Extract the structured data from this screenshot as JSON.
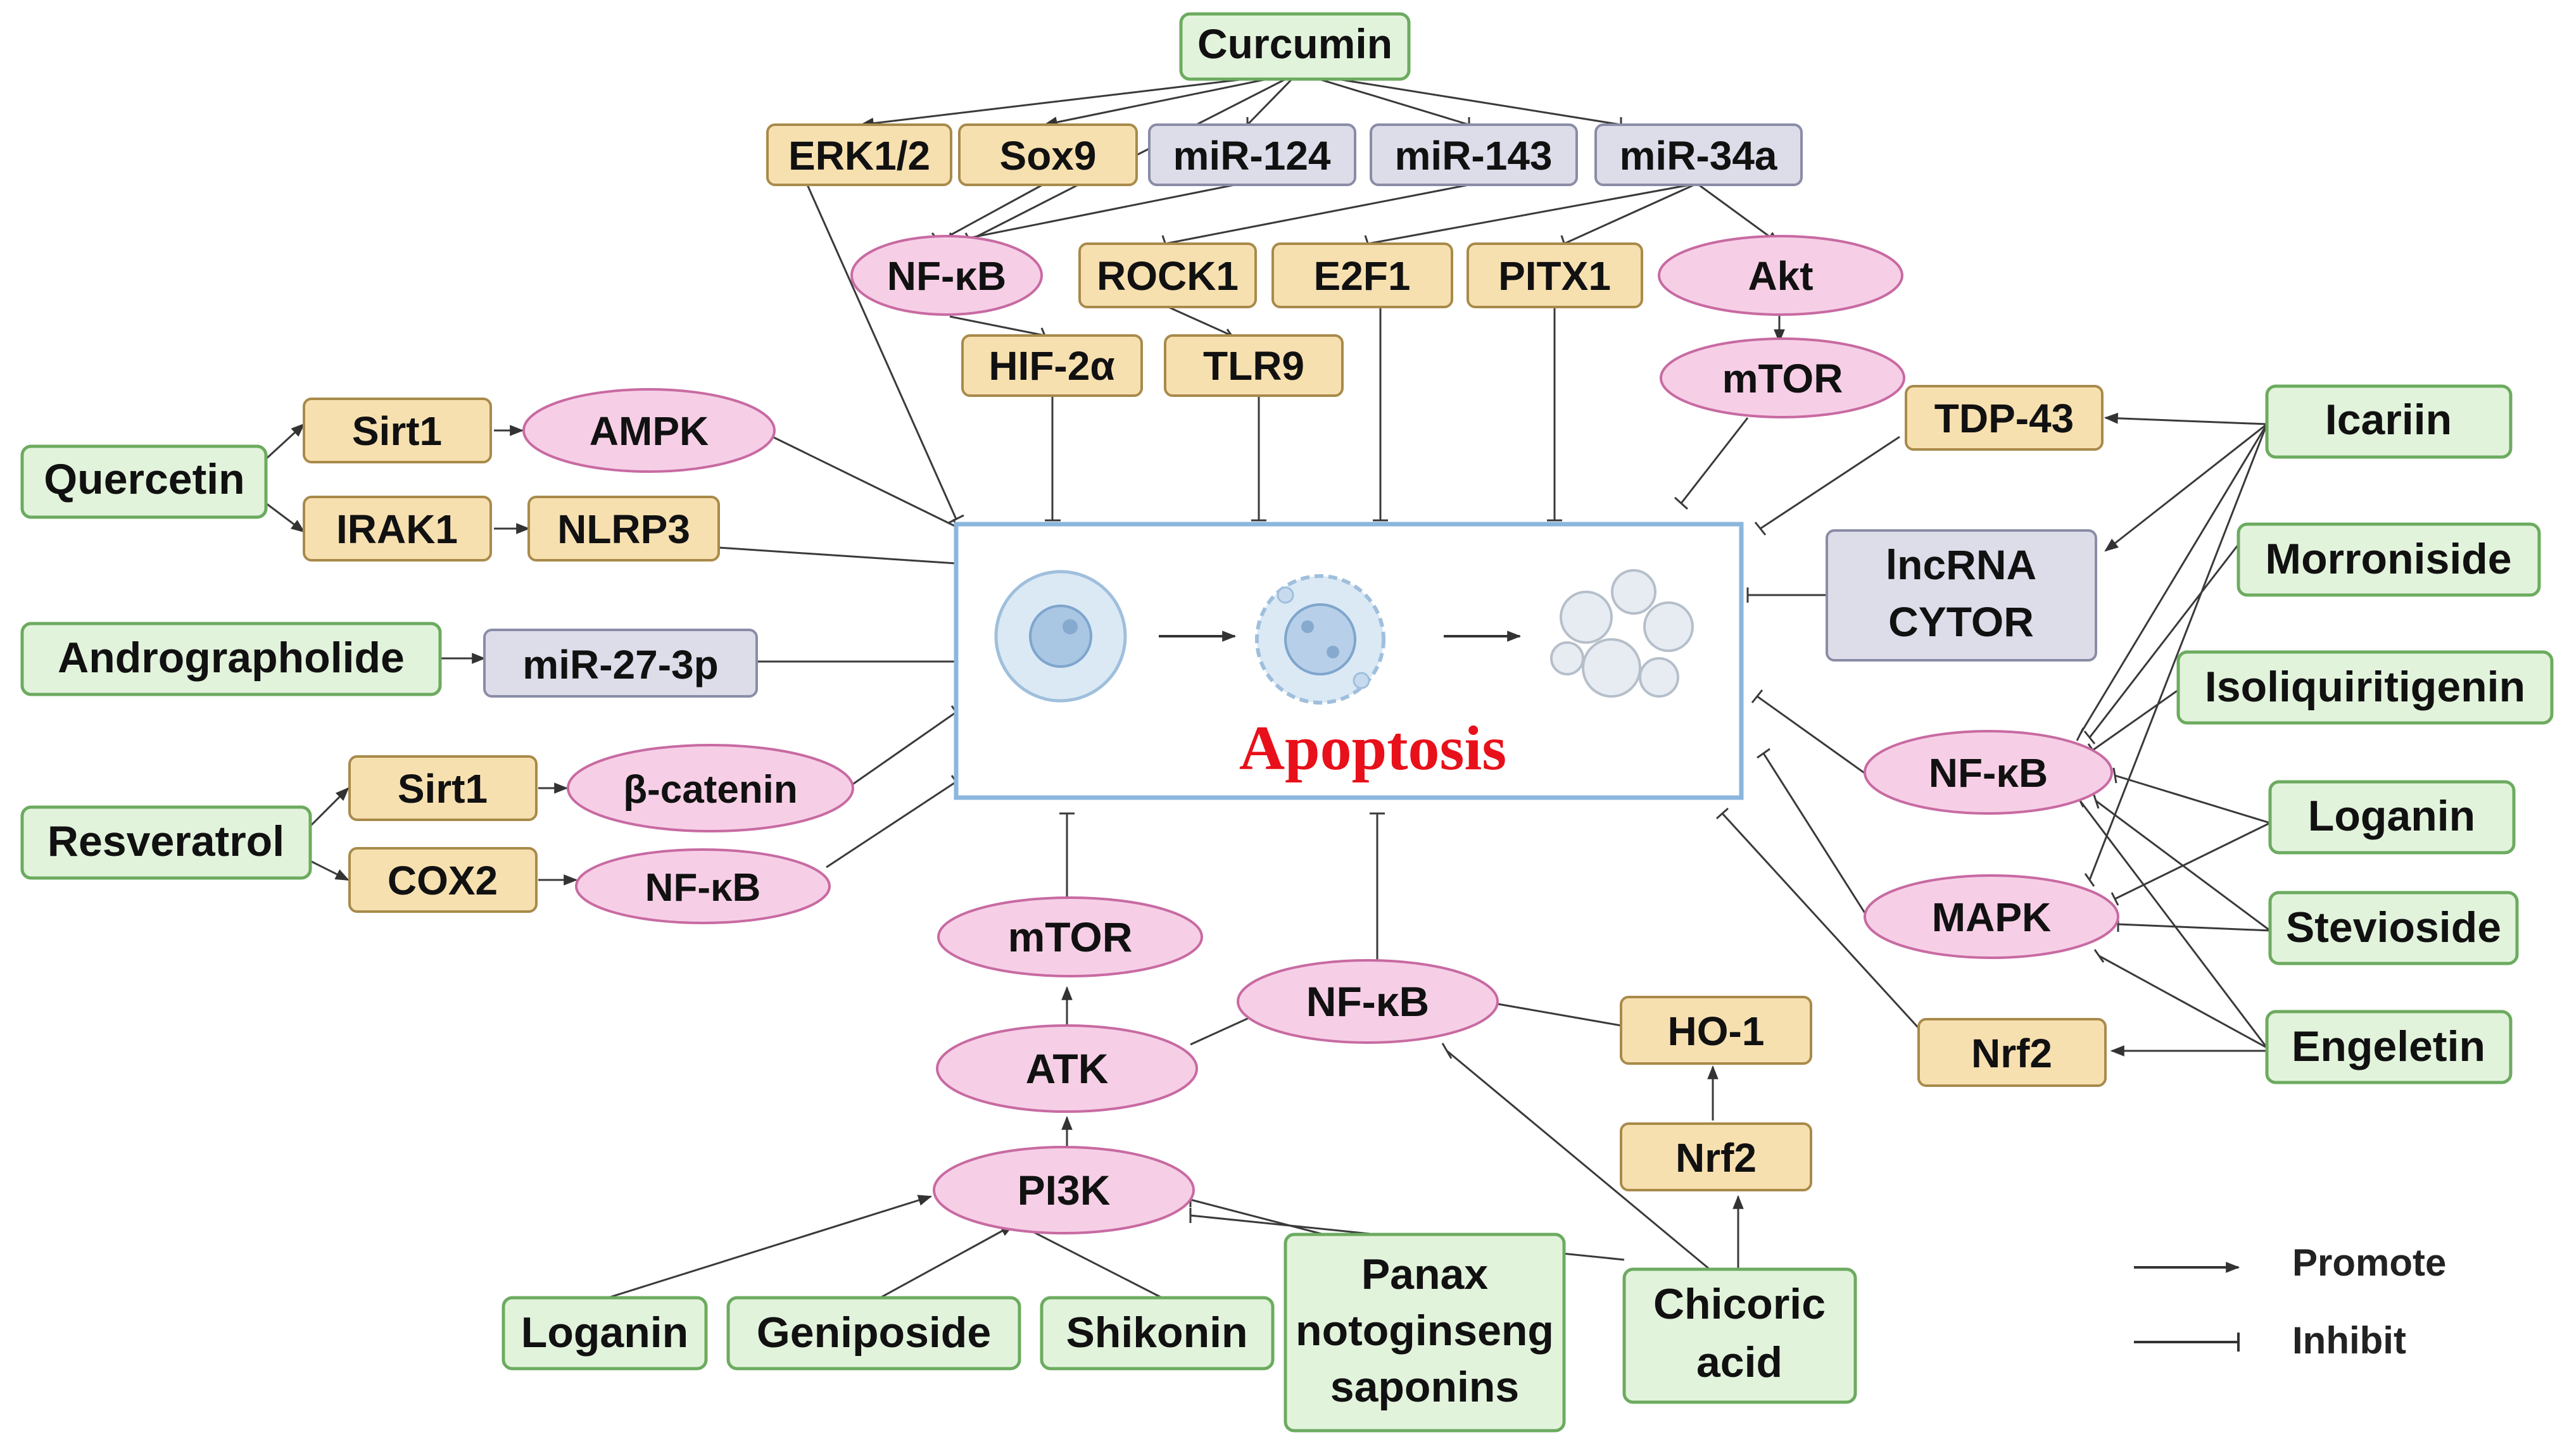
{
  "center": {
    "label": "Apoptosis",
    "color": "#e8101a"
  },
  "colors": {
    "compound_fill": "#e2f3dc",
    "compound_stroke": "#6cab5f",
    "protein_fill": "#f7e0b0",
    "protein_stroke": "#a88a4a",
    "mirna_fill": "#dcdde9",
    "mirna_stroke": "#8a8ca6",
    "oval_fill": "#f6cfe6",
    "oval_stroke": "#c86aa2",
    "center_stroke": "#8bb6dd"
  },
  "nodes": {
    "curcumin": "Curcumin",
    "erk12": "ERK1/2",
    "sox9": "Sox9",
    "mir124": "miR-124",
    "mir143": "miR-143",
    "mir34a": "miR-34a",
    "nfkb_top": "NF-κB",
    "rock1": "ROCK1",
    "e2f1": "E2F1",
    "pitx1": "PITX1",
    "akt": "Akt",
    "hif2a": "HIF-2α",
    "tlr9": "TLR9",
    "mtor_top": "mTOR",
    "tdp43": "TDP-43",
    "icariin": "Icariin",
    "quercetin": "Quercetin",
    "sirt1_q": "Sirt1",
    "ampk": "AMPK",
    "irak1": "IRAK1",
    "nlrp3": "NLRP3",
    "andrographolide": "Andrographolide",
    "mir273p": "miR-27-3p",
    "resveratrol": "Resveratrol",
    "sirt1_r": "Sirt1",
    "bcatenin": "β-catenin",
    "cox2": "COX2",
    "nfkb_res": "NF-κB",
    "lncrna_line1": "lncRNA",
    "lncrna_line2": "CYTOR",
    "morroniside": "Morroniside",
    "isoliquiritigenin": "Isoliquiritigenin",
    "nfkb_right": "NF-κB",
    "loganin_right": "Loganin",
    "mapk": "MAPK",
    "stevioside": "Stevioside",
    "nrf2_right": "Nrf2",
    "engeletin": "Engeletin",
    "mtor_bottom": "mTOR",
    "nfkb_bottom": "NF-κB",
    "atk": "ATK",
    "ho1": "HO-1",
    "nrf2_bottom": "Nrf2",
    "pi3k": "PI3K",
    "loganin_bottom": "Loganin",
    "geniposide": "Geniposide",
    "shikonin": "Shikonin",
    "panax_line1": "Panax",
    "panax_line2": "notoginseng",
    "panax_line3": "saponins",
    "chicoric_line1": "Chicoric",
    "chicoric_line2": "acid"
  },
  "legend": {
    "promote": "Promote",
    "inhibit": "Inhibit"
  }
}
